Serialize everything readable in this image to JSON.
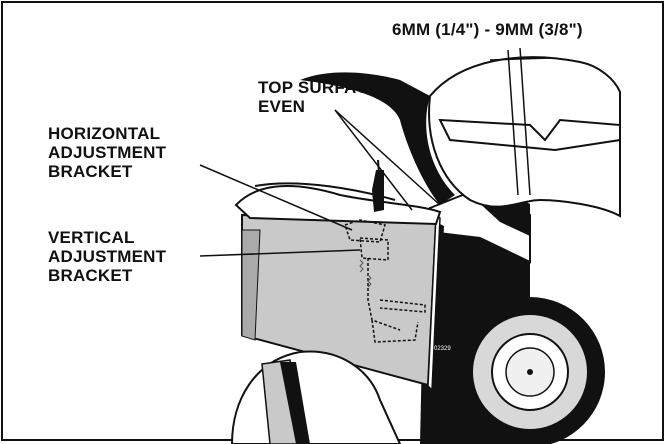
{
  "labels": {
    "measurement": "6MM (1/4\") - 9MM (3/8\")",
    "top_surfaces": [
      "TOP SURFACES",
      "EVEN"
    ],
    "horizontal_bracket": [
      "HORIZONTAL",
      "ADJUSTMENT",
      "BRACKET"
    ],
    "vertical_bracket": [
      "VERTICAL",
      "ADJUSTMENT",
      "BRACKET"
    ],
    "figure_number": "02329"
  }
}
